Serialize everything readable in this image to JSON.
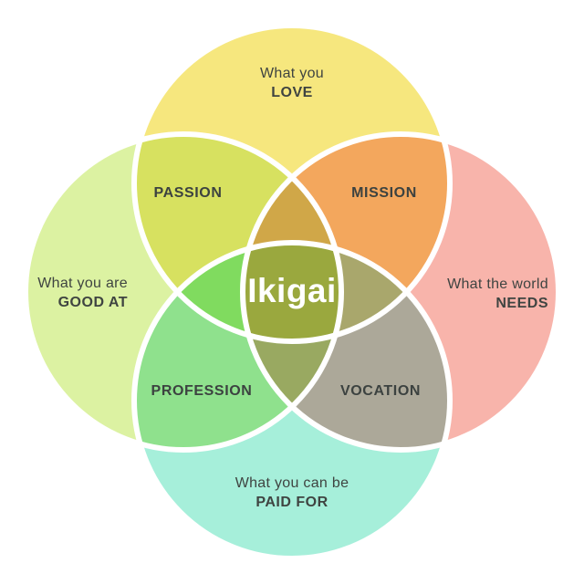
{
  "diagram": {
    "center": {
      "label": "Ikigai",
      "color": "#9AA83E",
      "text_color": "#FFFFFF"
    },
    "circles": {
      "love": {
        "line1": "What you",
        "line2": "LOVE",
        "color": "#F6E77E"
      },
      "good_at": {
        "line1": "What you are",
        "line2": "GOOD AT",
        "color": "#DCF2A2"
      },
      "needs": {
        "line1": "What the world",
        "line2": "NEEDS",
        "color": "#F8B4AB"
      },
      "paid_for": {
        "line1": "What you can be",
        "line2": "PAID FOR",
        "color": "#A6EFDA"
      }
    },
    "overlaps": {
      "passion": {
        "label": "PASSION",
        "color": "#D7E160"
      },
      "mission": {
        "label": "MISSION",
        "color": "#F3A75D"
      },
      "profession": {
        "label": "PROFESSION",
        "color": "#8FE18D"
      },
      "vocation": {
        "label": "VOCATION",
        "color": "#ACA899"
      },
      "love_good_at_needs": {
        "color": "#D0A748"
      },
      "love_good_at_paid_for": {
        "color": "#80DB5F"
      },
      "love_needs_paid_for": {
        "color": "#A9A76C"
      },
      "good_at_needs_paid_for": {
        "color": "#99A961"
      }
    },
    "style": {
      "background": "#FFFFFF",
      "divider": "#FFFFFF",
      "label_color": "#3F4441"
    }
  }
}
